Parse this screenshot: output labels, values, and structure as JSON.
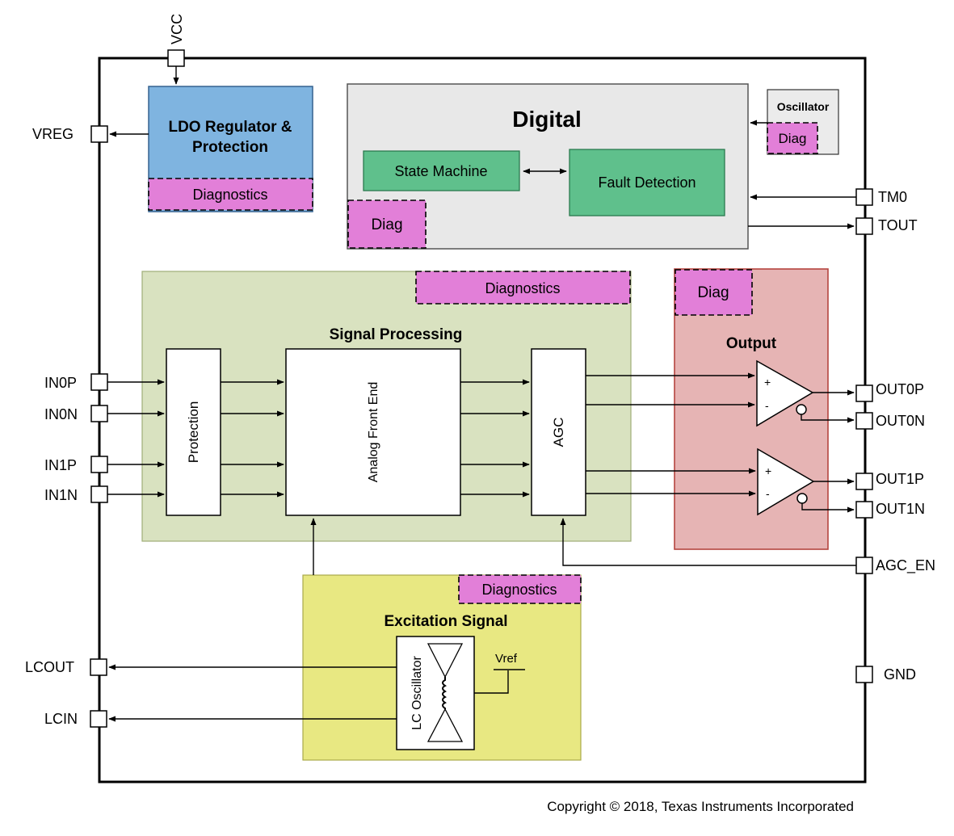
{
  "pins": {
    "vcc": "VCC",
    "vreg": "VREG",
    "in0p": "IN0P",
    "in0n": "IN0N",
    "in1p": "IN1P",
    "in1n": "IN1N",
    "lcout": "LCOUT",
    "lcin": "LCIN",
    "tm0": "TM0",
    "tout": "TOUT",
    "out0p": "OUT0P",
    "out0n": "OUT0N",
    "out1p": "OUT1P",
    "out1n": "OUT1N",
    "agc_en": "AGC_EN",
    "gnd": "GND"
  },
  "ldo": {
    "title_line1": "LDO Regulator &",
    "title_line2": "Protection",
    "diag": "Diagnostics"
  },
  "digital": {
    "title": "Digital",
    "state_machine": "State Machine",
    "fault_detection": "Fault Detection",
    "diag": "Diag"
  },
  "oscillator": {
    "title": "Oscillator",
    "diag": "Diag"
  },
  "signal_processing": {
    "title": "Signal Processing",
    "diag": "Diagnostics",
    "protection": "Protection",
    "afe": "Analog Front End",
    "agc": "AGC"
  },
  "output": {
    "title": "Output",
    "diag": "Diag",
    "plus": "+",
    "minus": "-"
  },
  "excitation": {
    "title": "Excitation Signal",
    "diag": "Diagnostics",
    "lc_osc": "LC Oscillator",
    "vref": "Vref"
  },
  "copyright": "Copyright © 2018, Texas Instruments Incorporated",
  "colors": {
    "ldo_fill": "#7fb4e0",
    "digital_fill": "#e8e8e8",
    "green_block": "#5fc08c",
    "signal_fill": "#d9e2c0",
    "output_fill": "#e6b4b4",
    "output_border": "#b5453f",
    "excitation_fill": "#e8e882",
    "diag_fill": "#e27fd8"
  }
}
